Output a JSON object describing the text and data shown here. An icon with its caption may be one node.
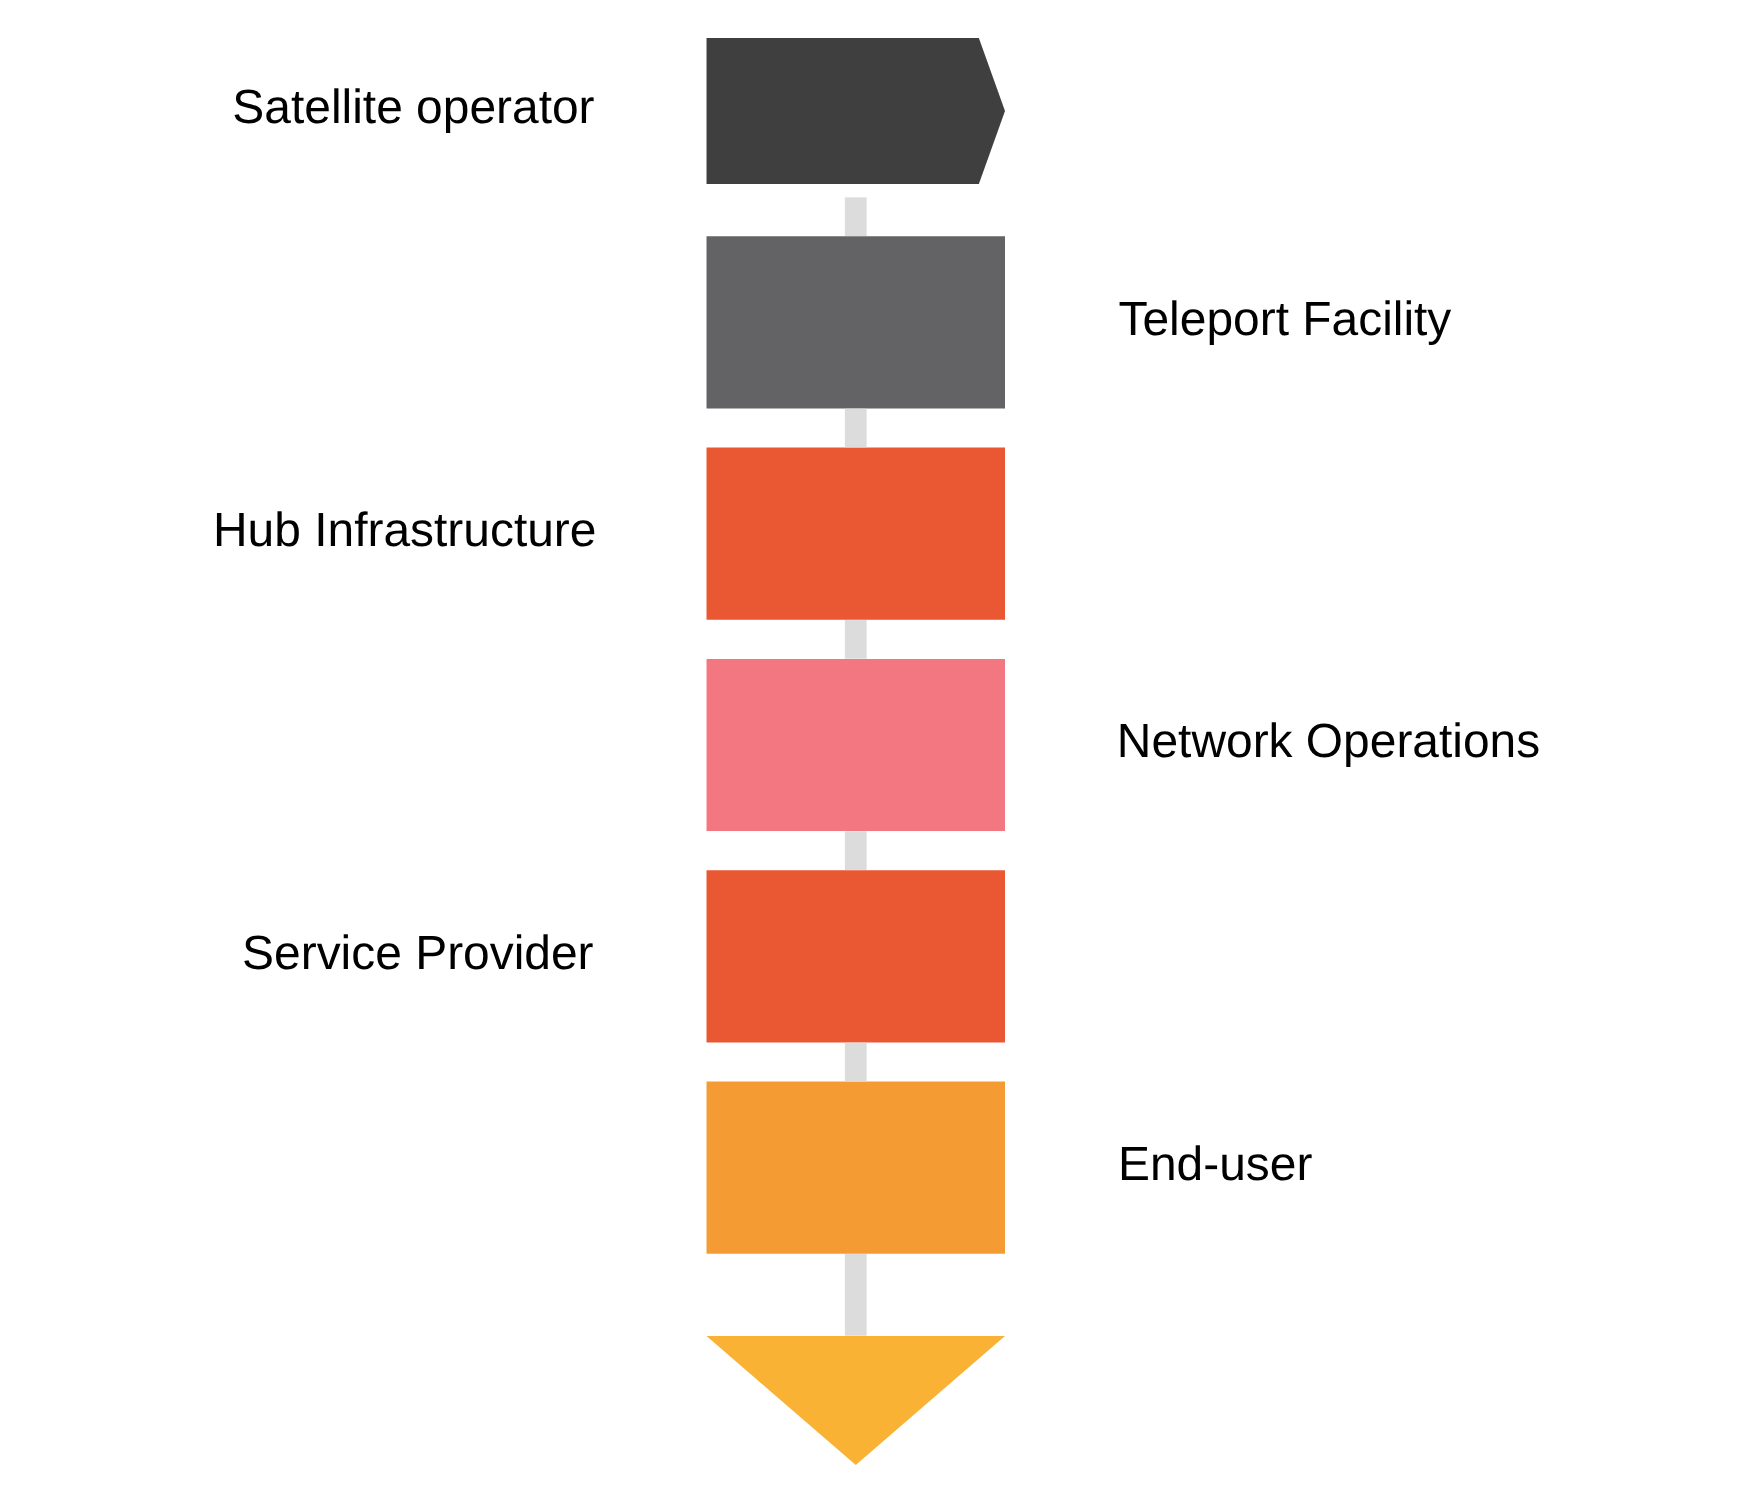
{
  "diagram": {
    "nodes": [
      {
        "text": [],
        "shape": "chevron",
        "beside": [
          "Satellite operator"
        ]
      },
      {
        "text": [],
        "shape": "box",
        "beside": [
          "Teleport Facility"
        ]
      },
      {
        "text": [],
        "shape": "box",
        "beside": [
          "Hub Infrastructure"
        ]
      },
      {
        "text": [],
        "shape": "box",
        "beside": [
          "Network Operations"
        ]
      },
      {
        "text": [],
        "shape": "box",
        "beside": [
          "Service Provider"
        ]
      },
      {
        "text": [],
        "shape": "box",
        "beside": [
          "End-user"
        ]
      },
      {
        "text": [],
        "shape": "triangle"
      }
    ],
    "edges": [
      {
        "from": 0,
        "to": 1,
        "arrow": "none"
      },
      {
        "from": 1,
        "to": 2,
        "arrow": "none"
      },
      {
        "from": 2,
        "to": 3,
        "arrow": "none"
      },
      {
        "from": 3,
        "to": 4,
        "arrow": "none"
      },
      {
        "from": 4,
        "to": 5,
        "arrow": "none"
      },
      {
        "from": 5,
        "to": 6,
        "arrow": "none"
      }
    ]
  }
}
